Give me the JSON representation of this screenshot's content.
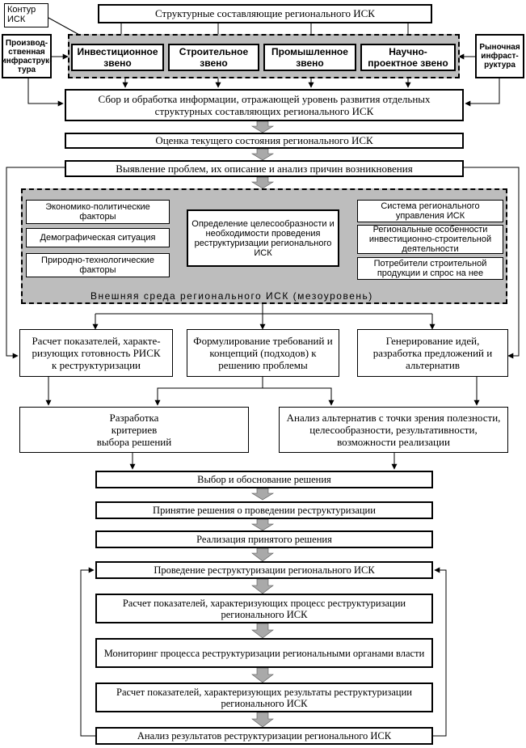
{
  "contour_label": "Контур ИСК",
  "top_title": "Структурные составляющие регионального ИСК",
  "left_infra": "Производ-\nственная\nинфраструк-\nтура",
  "right_infra": "Рыночная\nинфраст-\nруктура",
  "links": [
    "Инвестиционное звено",
    "Строительное звено",
    "Промышленное звено",
    "Научно-проектное звено"
  ],
  "collect_info": "Сбор и обработка информации, отражающей уровень развития отдельных структурных составляющих регионального ИСК",
  "assessment": "Оценка текущего состояния регионального ИСК",
  "problems": "Выявление проблем, их описание и анализ причин возникновения",
  "factors_left": [
    "Экономико-политические факторы",
    "Демографическая ситуация",
    "Природно-технологические факторы"
  ],
  "center_box": "Определение целесообразности и необходимости проведения реструктуризации регионального ИСК",
  "factors_right": [
    "Система регионального управления ИСК",
    "Региональные особенности инвестиционно-строительной деятельности",
    "Потребители строительной продукции и спрос на нее"
  ],
  "env_label": "Внешняя среда регионального ИСК (мезоуровень)",
  "calc_readiness": "Расчет показателей, характе-\nризующих готовность РИСК\nк реструктуризации",
  "formulate": "Формулирование требований и концепций (подходов) к решению проблемы",
  "generate": "Генерирование идей, разработка предложений и альтернатив",
  "criteria": "Разработка\nкритериев\nвыбора решений",
  "analysis_alt": "Анализ альтернатив с точки зрения полезности, целесообразности, результативности, возможности реализации",
  "steps": [
    "Выбор и обоснование решения",
    "Принятие решения о проведении реструктуризации",
    "Реализация принятого решения",
    "Проведение реструктуризации регионального ИСК",
    "Расчет показателей, характеризующих процесс реструктуризации регионального ИСК",
    "Мониторинг процесса реструктуризации региональными органами власти",
    "Расчет показателей, характеризующих результаты реструктуризации регионального ИСК",
    "Анализ результатов реструктуризации регионального ИСК"
  ]
}
